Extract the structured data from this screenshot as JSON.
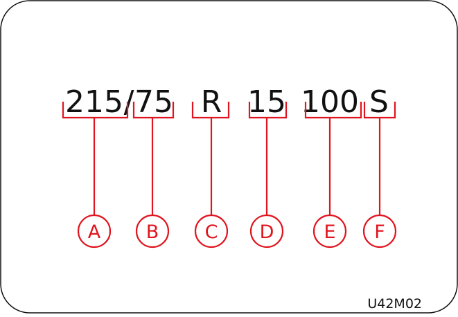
{
  "tire_code": {
    "segments": [
      {
        "text": "215",
        "label": "A"
      },
      {
        "text": "75",
        "label": "B"
      },
      {
        "text": "R",
        "label": "C"
      },
      {
        "text": "15",
        "label": "D"
      },
      {
        "text": "100",
        "label": "E"
      },
      {
        "text": "S",
        "label": "F"
      }
    ],
    "separator": "/"
  },
  "figure_code": "U42M02",
  "colors": {
    "accent": "#e0141e",
    "text": "#111111",
    "border": "#111111",
    "background": "#ffffff"
  }
}
